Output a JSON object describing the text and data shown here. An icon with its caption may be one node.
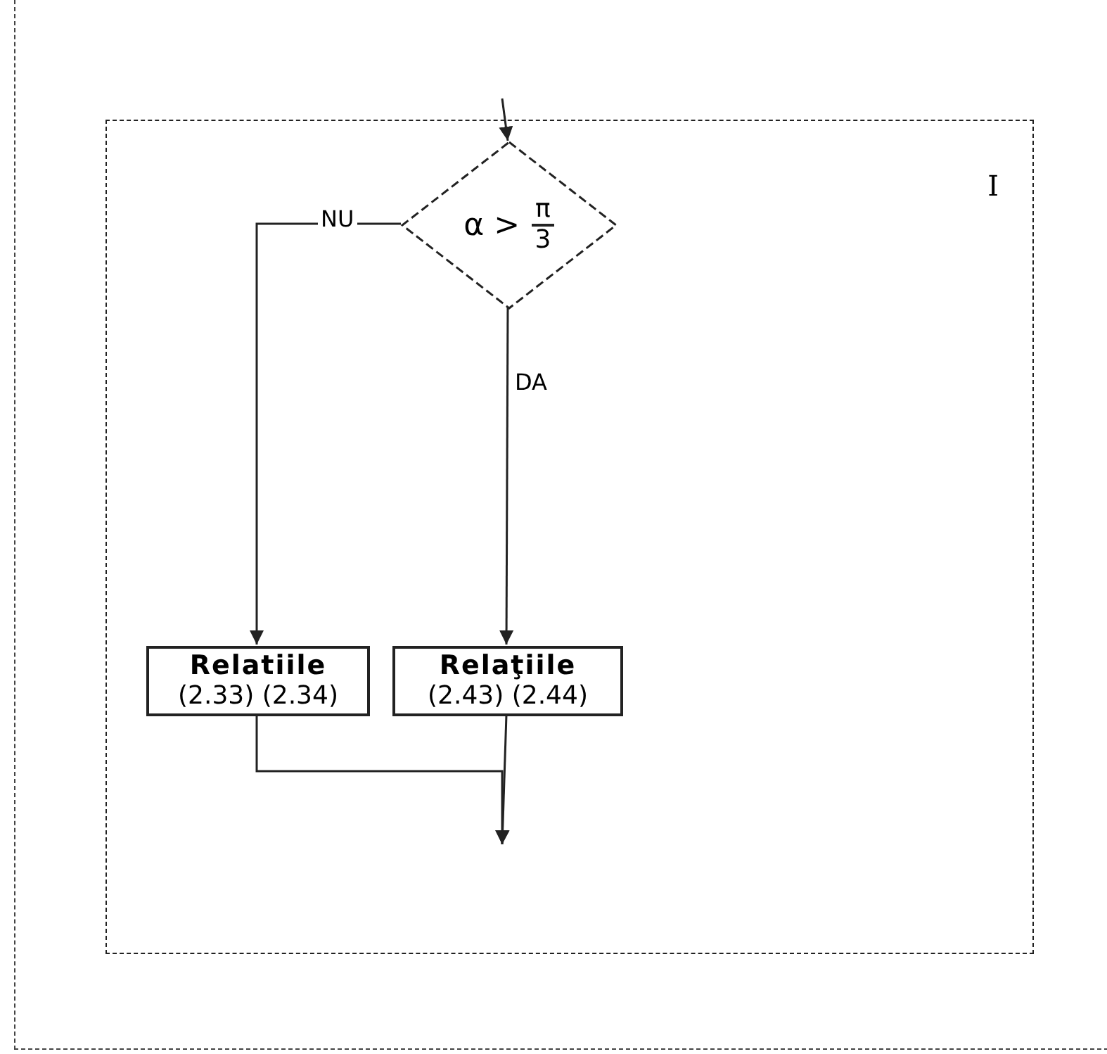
{
  "diagram": {
    "nodes": [
      {
        "text": [
          "I"
        ]
      },
      {
        "text": [
          "α >",
          "π",
          "3"
        ],
        "in": 0
      },
      {
        "text": [
          "Relatiile",
          "(2.33) (2.34)"
        ],
        "in": 0
      },
      {
        "text": [
          "Relaţiile",
          "(2.43) (2.44)"
        ],
        "in": 0
      }
    ],
    "edges": [
      {
        "from": null,
        "to": 1,
        "arrow": "to"
      },
      {
        "from": 1,
        "to": 2,
        "arrow": "to",
        "label": "NU"
      },
      {
        "from": 1,
        "to": 3,
        "arrow": "to",
        "label": "DA"
      },
      {
        "from": 2,
        "to": null,
        "arrow": "to"
      },
      {
        "from": 3,
        "to": null,
        "arrow": "to"
      }
    ]
  }
}
